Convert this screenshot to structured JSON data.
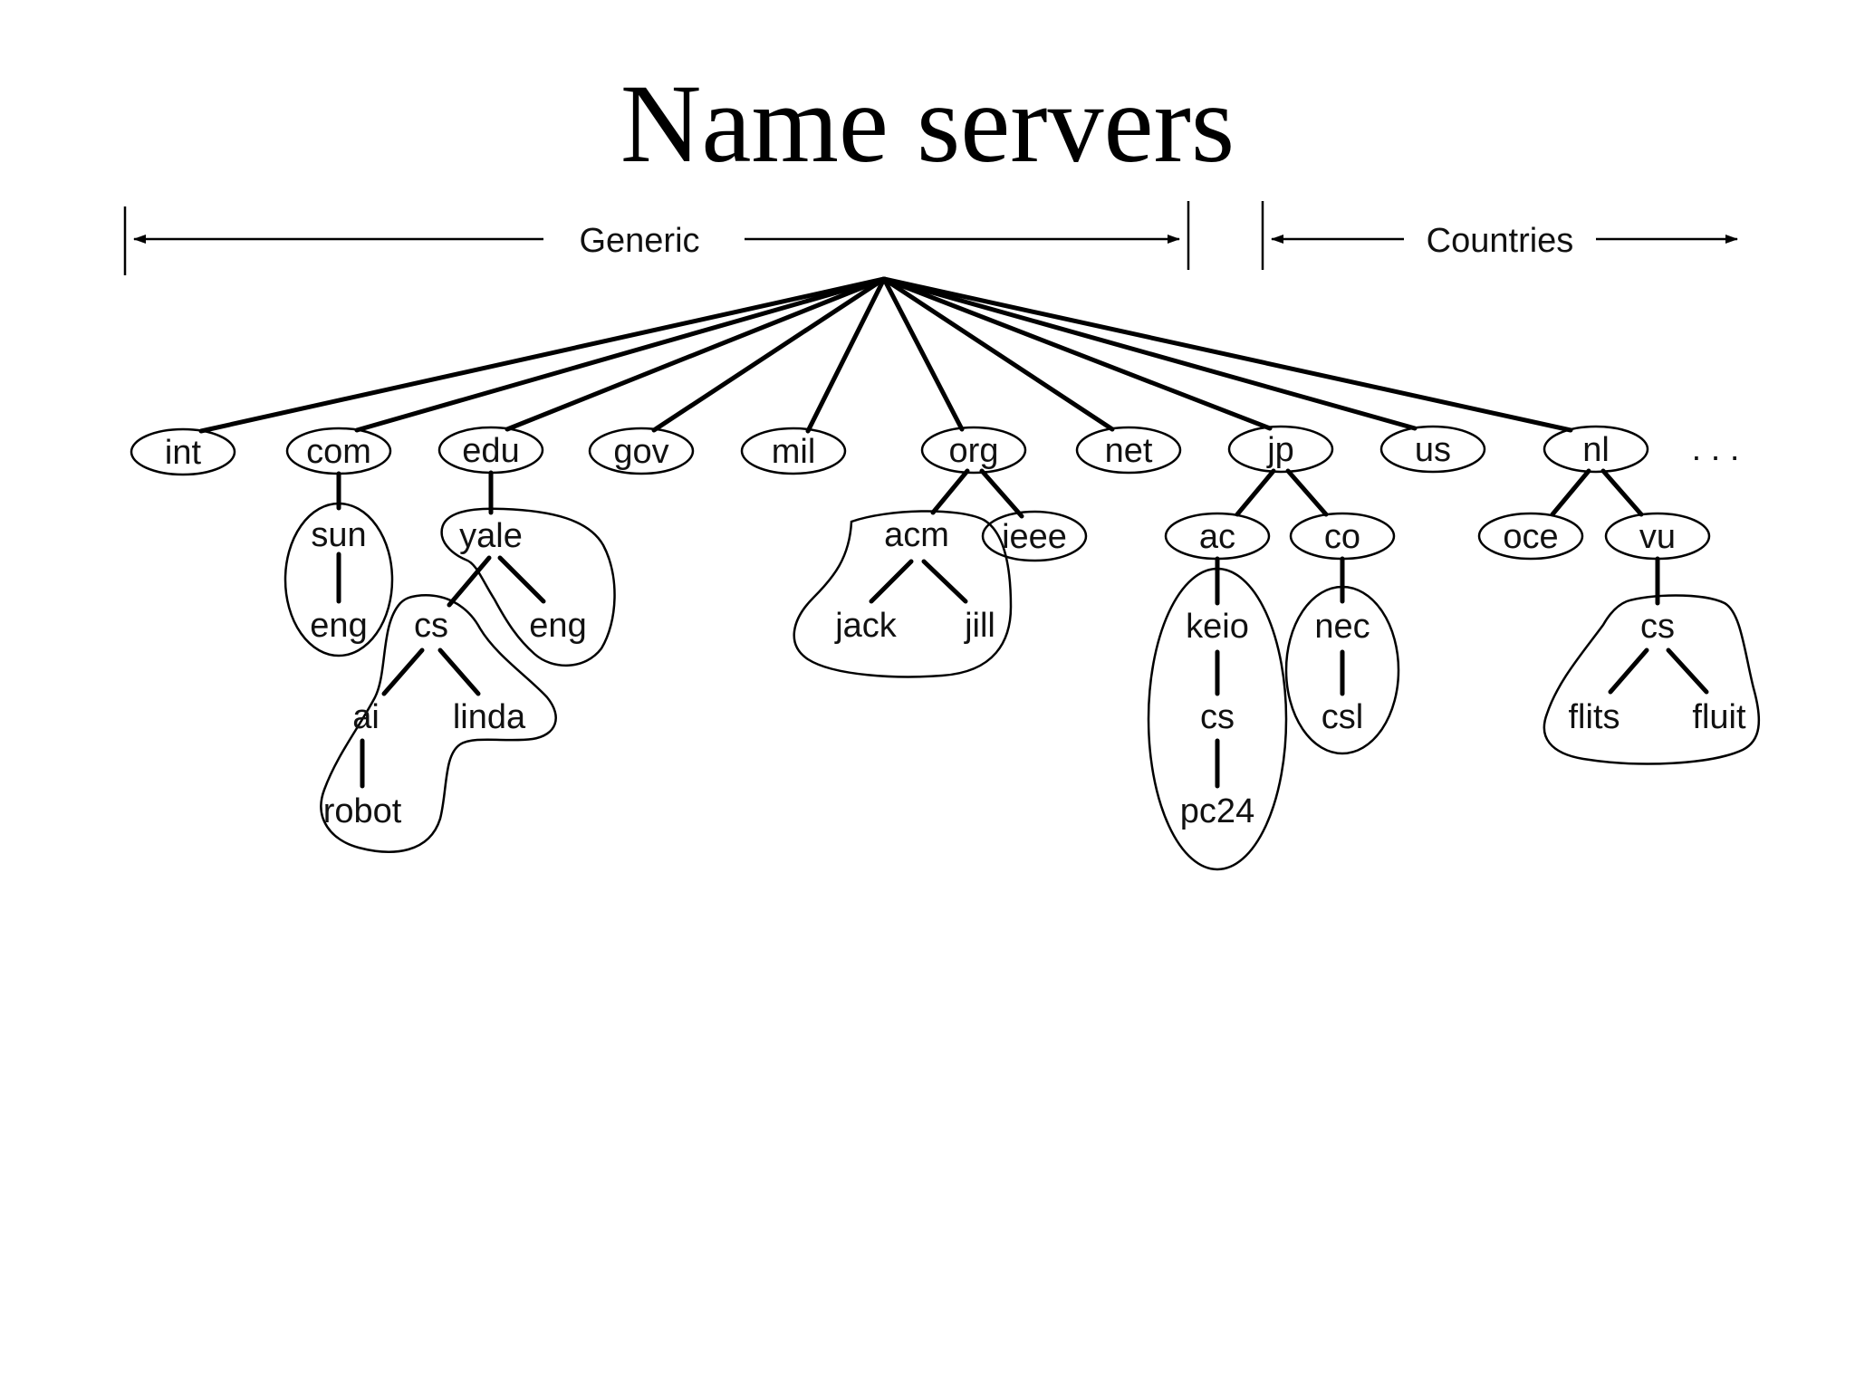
{
  "title": "Name servers",
  "ranges": {
    "generic": "Generic",
    "countries": "Countries"
  },
  "ellipsis": ". . .",
  "nodes": {
    "int": "int",
    "com": "com",
    "edu": "edu",
    "gov": "gov",
    "mil": "mil",
    "org": "org",
    "net": "net",
    "jp": "jp",
    "us": "us",
    "nl": "nl",
    "sun": "sun",
    "eng_sun": "eng",
    "yale": "yale",
    "cs_yale": "cs",
    "eng_yale": "eng",
    "ai": "ai",
    "linda": "linda",
    "robot": "robot",
    "acm": "acm",
    "ieee": "ieee",
    "jack": "jack",
    "jill": "jill",
    "ac": "ac",
    "co": "co",
    "keio": "keio",
    "cs_keio": "cs",
    "pc24": "pc24",
    "nec": "nec",
    "csl": "csl",
    "oce": "oce",
    "vu": "vu",
    "cs_vu": "cs",
    "flits": "flits",
    "fluit": "fluit"
  }
}
